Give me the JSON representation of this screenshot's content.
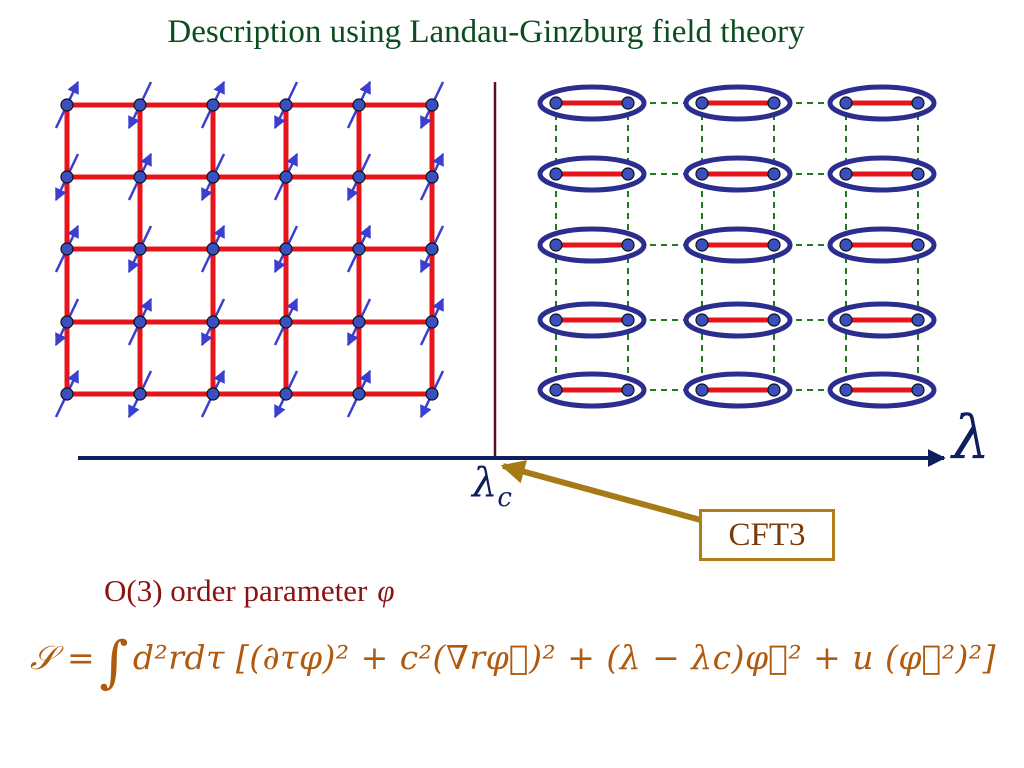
{
  "title": "Description using Landau-Ginzburg field theory",
  "axis": {
    "label": "λ",
    "critical_label": "λ",
    "critical_subscript": "c"
  },
  "callout": {
    "label": "CFT3"
  },
  "order_parameter": {
    "text": "O(3) order parameter",
    "symbol": "φ⃗"
  },
  "action": {
    "formula": "𝒮 = ∫ d²r dτ [(∂τφ)² + c²(∇rφ⃗)² + (λ − λc)φ⃗² + u (φ⃗²)²]",
    "lhs": "𝒮 =",
    "integral": "∫",
    "rhs": "d²rdτ [(∂τφ)² + c²(∇rφ⃗)² + (λ − λc)φ⃗² + u (φ⃗²)²]"
  },
  "colors": {
    "title": "#0b4d1e",
    "lattice_bond": "#e8141b",
    "site_fill": "#3a4fc0",
    "spin_arrow": "#3a3fd0",
    "dimer_ellipse": "#2b2e8f",
    "weak_bond": "#1f7a1f",
    "axis": "#0d1f5c",
    "divider": "#5a1020",
    "callout_arrow": "#a67a14",
    "callout_border": "#b07d1c",
    "order_param_text": "#8a1212",
    "action_text": "#b05a10"
  },
  "icons": {
    "spin": "spin-arrow-icon",
    "site": "lattice-site-icon",
    "dimer": "dimer-singlet-icon"
  }
}
